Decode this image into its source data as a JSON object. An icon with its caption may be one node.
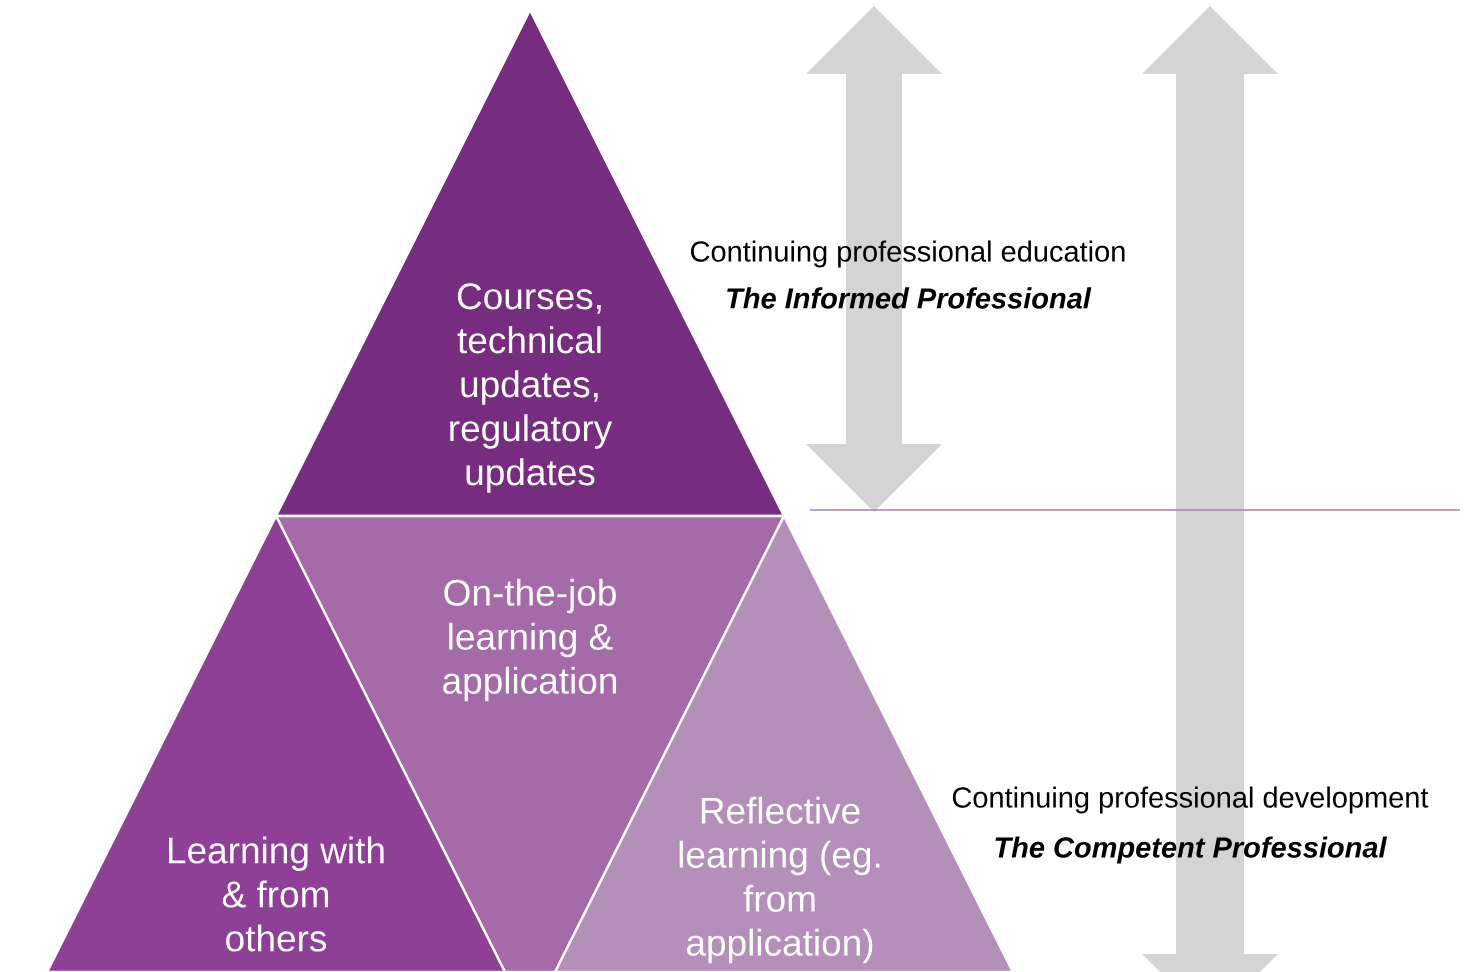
{
  "diagram": {
    "nodes": [
      {
        "text": [
          "Courses, technical updates, regulatory updates"
        ]
      },
      {
        "text": [
          "On-the-job learning & application"
        ]
      },
      {
        "text": [
          "Learning with & from others"
        ]
      },
      {
        "text": [
          "Reflective learning (eg. from application)"
        ]
      }
    ],
    "labels": [
      "Continuing professional education",
      "The Informed Professional",
      "Continuing professional development",
      "The Competent Professional"
    ]
  }
}
